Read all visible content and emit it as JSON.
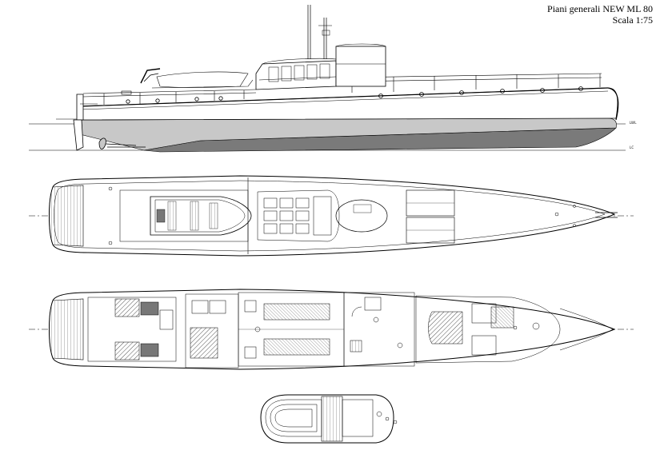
{
  "title_block": {
    "line1": "Piani generali NEW ML 80",
    "line2": "Scala 1:75"
  },
  "profile": {
    "waterline_label": "LWL",
    "baseline_label": "LC"
  },
  "colors": {
    "line": "#000000",
    "hull_grey": "#c8c8c8",
    "bottom_grey": "#7a7a7a",
    "hatch": "#555555",
    "paper": "#ffffff"
  }
}
